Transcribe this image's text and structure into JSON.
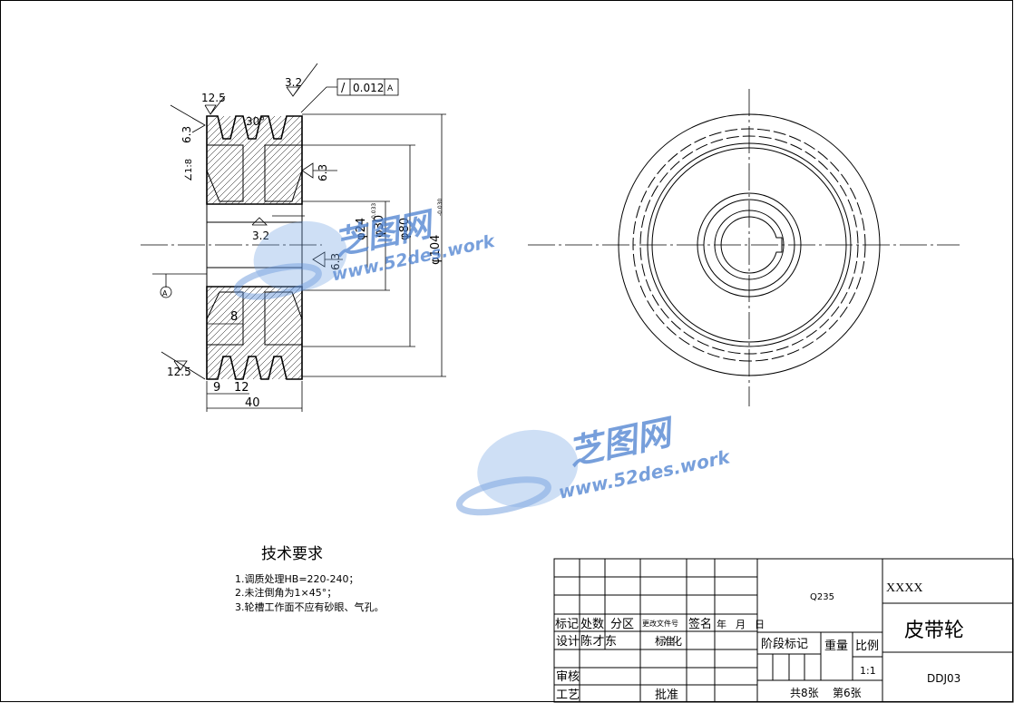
{
  "front_view": {
    "roughness": [
      "12.5",
      "3.2",
      "6.3",
      "6.3",
      "3.2",
      "6.3",
      "12.5"
    ],
    "dims": {
      "angle": "30°",
      "d_bore": "φ24",
      "d_hub": "φ30",
      "d_hub_tol": "+0.033",
      "d_groove": "φ80",
      "d_outer": "φ104",
      "d_outer_tol": "-0.030",
      "slope": "∠1:8",
      "key": "8",
      "pitch1": "9",
      "pitch2": "12",
      "width": "40"
    },
    "tolerance_frame": {
      "symbol": "/",
      "value": "0.012",
      "datum": "A"
    },
    "datum_label": "A"
  },
  "watermark": {
    "brand": "芝图网",
    "url": "www.52des.work"
  },
  "tech_requirements": {
    "title": "技术要求",
    "items": [
      "1.调质处理HB=220-240；",
      "2.未注倒角为1×45°；",
      "3.轮槽工作面不应有砂眼、气孔。"
    ]
  },
  "title_block": {
    "material": "Q235",
    "company": "XXXX",
    "part_name": "皮带轮",
    "drawing_no": "DDJ03",
    "header": [
      "标记",
      "处数",
      "分区",
      "更改文件号",
      "签名",
      "年",
      "月",
      "日"
    ],
    "design": "设计",
    "designer": "陈才东",
    "standardize": "标准化",
    "review": "审核",
    "process": "工艺",
    "approve": "批准",
    "stage_mark": "阶段标记",
    "weight": "重量",
    "scale_label": "比例",
    "scale": "1:1",
    "sheets_total": "共8张",
    "sheet_no": "第6张"
  }
}
